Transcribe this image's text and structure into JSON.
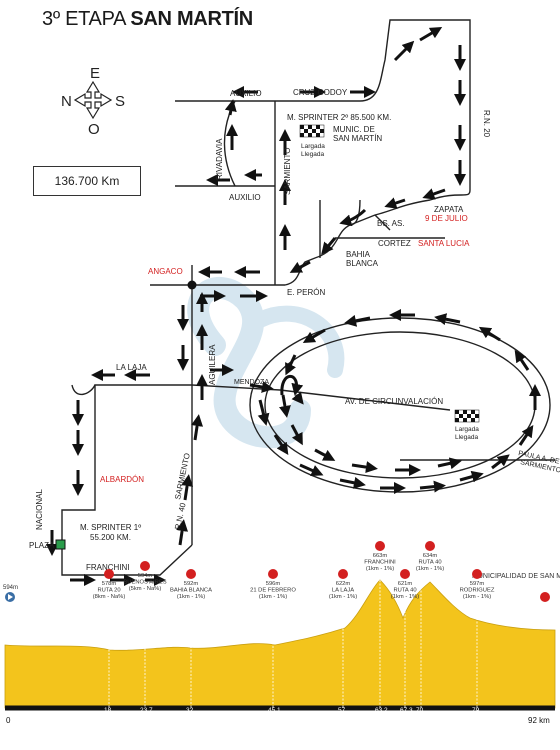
{
  "stage": {
    "number_text": "3º ETAPA",
    "name": "SAN MARTÍN"
  },
  "distance_box": "136.700 Km",
  "compass": {
    "n": "N",
    "e": "E",
    "s": "S",
    "o": "O"
  },
  "map_labels": {
    "auxilio_top": "AUXILIO",
    "auxilio_bottom": "AUXILIO",
    "cruz_godoy": "CRUZ GODOY",
    "rivadavia": "RIVADAVIA",
    "sarmiento_top": "SARMIENTO",
    "sprinter2": "M. SPRINTER 2º 85.500 KM.",
    "munic": "MUNIC. DE",
    "munic2": "SAN MARTÍN",
    "largada_llegada_1a": "Largada",
    "largada_llegada_1b": "Llegada",
    "rn20": "R.N. 20",
    "zapata": "ZAPATA",
    "nueve_julio": "9 DE JULIO",
    "bs_as": "BS. AS.",
    "cortez": "CORTEZ",
    "santa_lucia": "SANTA LUCIA",
    "bahia": "BAHIA",
    "blanca": "BLANCA",
    "angaco": "ANGACO",
    "e_peron": "E. PERÓN",
    "aguilera": "AGUILERA",
    "la_laja": "LA LAJA",
    "mendoza": "MENDOZA",
    "av_circ": "AV. DE CIRCUNVALACIÓN",
    "largada_llegada_2a": "Largada",
    "largada_llegada_2b": "Llegada",
    "paula_sarmiento_1": "PAULA A. DE",
    "paula_sarmiento_2": "SARMIENTO",
    "albardon": "ALBARDÓN",
    "sarmiento_lower": "SARMIENTO",
    "rn40": "R.N. 40",
    "nacional": "NACIONAL",
    "plaza": "PLAZA",
    "sprinter1a": "M. SPRINTER 1º",
    "sprinter1b": "55.200 KM.",
    "franchini": "FRANCHINI"
  },
  "profile": {
    "start_alt": "594m",
    "end_label": "MUNICIPALIDAD DE SAN MARTÍN",
    "km_start": "0",
    "km_end": "92 km",
    "km_marks": [
      "18",
      "23.7",
      "32",
      "45.1",
      "57",
      "63.2",
      "67.3",
      "70",
      "79"
    ],
    "waypoints": [
      {
        "alt": "578m",
        "name": "RUTA 20",
        "note": "(8km - Na%)"
      },
      {
        "alt": "594m",
        "name": "BUENOS AIRES",
        "note": "(5km - Na%)"
      },
      {
        "alt": "592m",
        "name": "BAHIA BLANCA",
        "note": "(1km - 1%)"
      },
      {
        "alt": "596m",
        "name": "21 DE FEBRERO",
        "note": "(1km - 1%)"
      },
      {
        "alt": "622m",
        "name": "LA LAJA",
        "note": "(1km - 1%)"
      },
      {
        "alt": "663m",
        "name": "FRANCHINI",
        "note": "(1km - 1%)"
      },
      {
        "alt": "621m",
        "name": "RUTA 40",
        "note": "(1km - 1%)"
      },
      {
        "alt": "634m",
        "name": "RUTA 40",
        "note": "(1km - 1%)"
      },
      {
        "alt": "597m",
        "name": "RODRIGUEZ",
        "note": "(1km - 1%)"
      }
    ]
  },
  "colors": {
    "profile_fill": "#f3c41c",
    "arrow": "#111111",
    "red": "#d32020",
    "watermark": "#d2e4ef"
  }
}
